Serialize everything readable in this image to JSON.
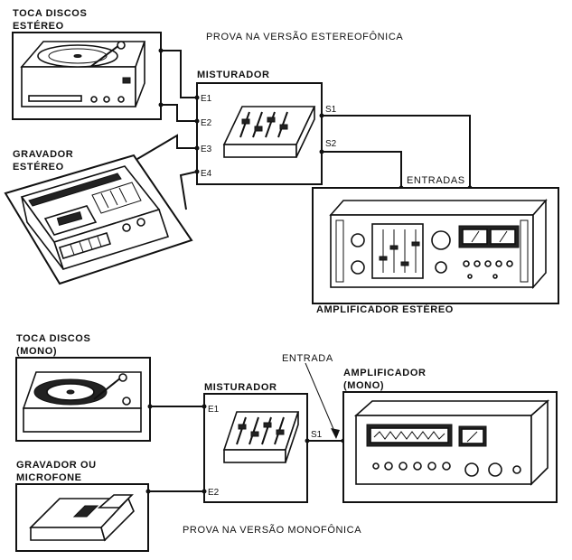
{
  "titles": {
    "stereo": "PROVA NA VERSÃO ESTEREOFÔNICA",
    "mono": "PROVA NA VERSÃO MONOFÔNICA"
  },
  "stereo": {
    "turntable": {
      "line1": "TOCA DISCOS",
      "line2": "ESTÉREO"
    },
    "recorder": {
      "line1": "GRAVADOR",
      "line2": "ESTÉREO"
    },
    "mixer": {
      "title": "MISTURADOR",
      "inputs": [
        "E1",
        "E2",
        "E3",
        "E4"
      ],
      "outputs": [
        "S1",
        "S2"
      ]
    },
    "inputs_label": "ENTRADAS",
    "amplifier": "AMPLIFICADOR ESTÉREO"
  },
  "mono": {
    "turntable": {
      "line1": "TOCA DISCOS",
      "line2": "(MONO)"
    },
    "source2": {
      "line1": "GRAVADOR OU",
      "line2": "MICROFONE"
    },
    "mixer": {
      "title": "MISTURADOR",
      "inputs": [
        "E1",
        "E2"
      ],
      "outputs": [
        "S1"
      ]
    },
    "input_label": "ENTRADA",
    "amplifier": {
      "line1": "AMPLIFICADOR",
      "line2": "(MONO)"
    }
  }
}
